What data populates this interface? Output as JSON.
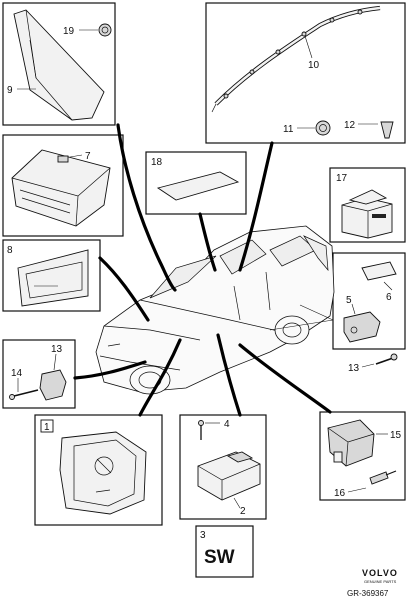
{
  "diagram": {
    "labels": {
      "l1": "1",
      "l2": "2",
      "l3": "3",
      "l4": "4",
      "l5": "5",
      "l6": "6",
      "l7": "7",
      "l8": "8",
      "l9": "9",
      "l10": "10",
      "l11": "11",
      "l12": "12",
      "l13a": "13",
      "l13b": "13",
      "l14": "14",
      "l15": "15",
      "l16": "16",
      "l17": "17",
      "l18": "18",
      "l19": "19"
    },
    "sw_text": "SW",
    "brand": "VOLVO",
    "brand_sub": "GENUINE PARTS",
    "code": "GR-369367"
  }
}
